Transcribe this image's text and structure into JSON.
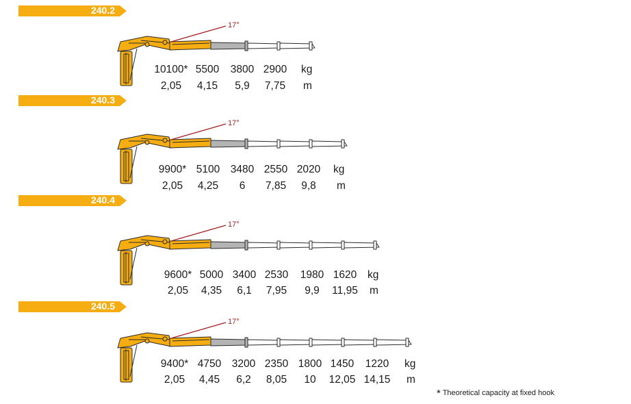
{
  "colors": {
    "tab": "#f6ad12",
    "boom_yellow": "#f6ad12",
    "boom_grey": "#b4b4b4",
    "boom_white": "#ffffff",
    "outline": "#2a2a2a",
    "angle_line": "#a32020"
  },
  "models": [
    {
      "label": "240.2",
      "angle": "17°",
      "loads": [
        "10100*",
        "5500",
        "3800",
        "2900"
      ],
      "reaches": [
        "2,05",
        "4,15",
        "5,9",
        "7,75"
      ],
      "load_unit": "kg",
      "reach_unit": "m"
    },
    {
      "label": "240.3",
      "angle": "17°",
      "loads": [
        "9900*",
        "5100",
        "3480",
        "2550",
        "2020"
      ],
      "reaches": [
        "2,05",
        "4,25",
        "6",
        "7,85",
        "9,8"
      ],
      "load_unit": "kg",
      "reach_unit": "m"
    },
    {
      "label": "240.4",
      "angle": "17°",
      "loads": [
        "9600*",
        "5000",
        "3400",
        "2530",
        "1980",
        "1620"
      ],
      "reaches": [
        "2,05",
        "4,35",
        "6,1",
        "7,95",
        "9,9",
        "11,95"
      ],
      "load_unit": "kg",
      "reach_unit": "m"
    },
    {
      "label": "240.5",
      "angle": "17°",
      "loads": [
        "9400*",
        "4750",
        "3200",
        "2350",
        "1800",
        "1450",
        "1220"
      ],
      "reaches": [
        "2,05",
        "4,45",
        "6,2",
        "8,05",
        "10",
        "12,05",
        "14,15"
      ],
      "load_unit": "kg",
      "reach_unit": "m"
    }
  ],
  "footnote": {
    "star": "*",
    "text": "Theoretical capacity at fixed hook"
  }
}
